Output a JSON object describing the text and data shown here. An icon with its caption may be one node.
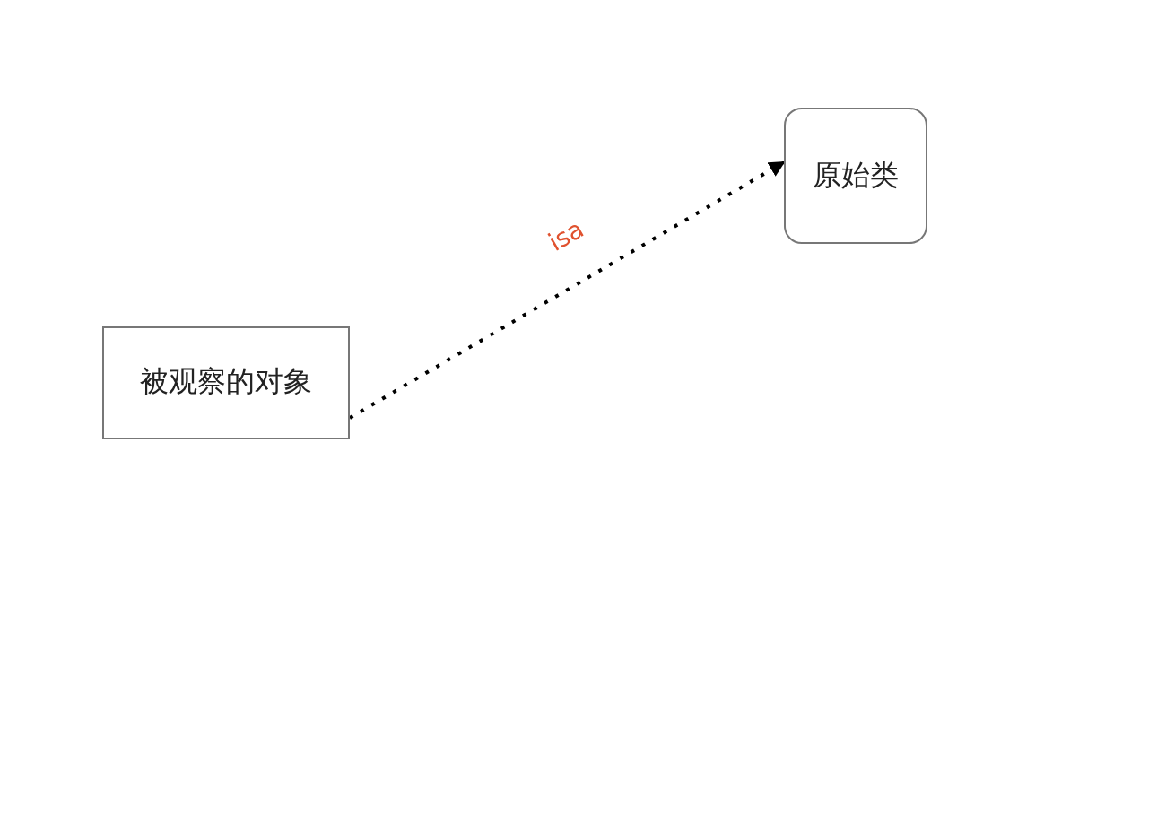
{
  "diagram": {
    "nodes": [
      {
        "text": [
          "被观察的对象"
        ]
      },
      {
        "text": [
          "原始类"
        ]
      }
    ],
    "edges": [
      {
        "from": 0,
        "to": 1,
        "arrow": "to",
        "label": "isa",
        "style": "dashed"
      }
    ]
  }
}
